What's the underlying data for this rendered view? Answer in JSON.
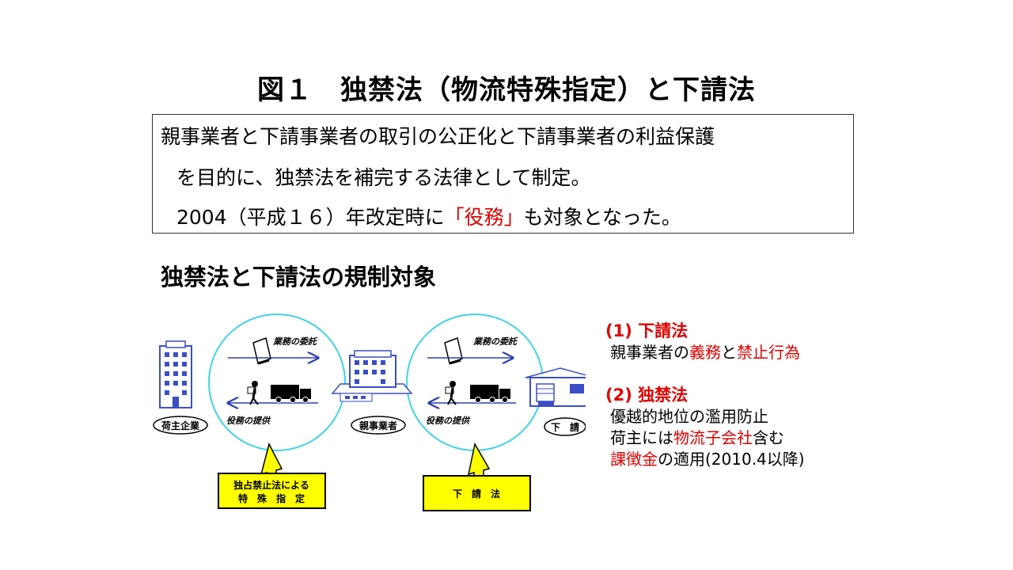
{
  "title": "図１　独禁法（物流特殊指定）と下請法",
  "intro": {
    "line1": "親事業者と下請事業者の取引の公正化と下請事業者の利益保護",
    "line2": "を目的に、独禁法を補完する法律として制定。",
    "line3_pre": "2004（平成１６）年改定時に",
    "line3_red": "「役務」",
    "line3_post": "も対象となった。"
  },
  "section_title": "独禁法と下請法の規制対象",
  "diagram": {
    "shipper": "荷主企業",
    "parent": "親事業者",
    "sub": "下　請",
    "commission": "業務の委託",
    "service": "役務の提供",
    "callout1_line1": "独占禁止法による",
    "callout1_line2": "特　殊　指　定",
    "callout2": "下　請　法"
  },
  "legend": {
    "h1": "(1) 下請法",
    "i1_a": "親事業者の",
    "i1_b": "義務",
    "i1_c": "と",
    "i1_d": "禁止行為",
    "h2": "(2) 独禁法",
    "i2": "優越的地位の濫用防止",
    "i3_a": "荷主には",
    "i3_b": "物流子会社",
    "i3_c": "含む",
    "i4_a": "課徴金",
    "i4_b": "の適用(2010.4以降)"
  },
  "colors": {
    "accent_red": "#e00000",
    "circle": "#3fd3e6",
    "callout": "#ffff00",
    "arrow": "#2f3fb0",
    "building": "#3a4fc7"
  }
}
